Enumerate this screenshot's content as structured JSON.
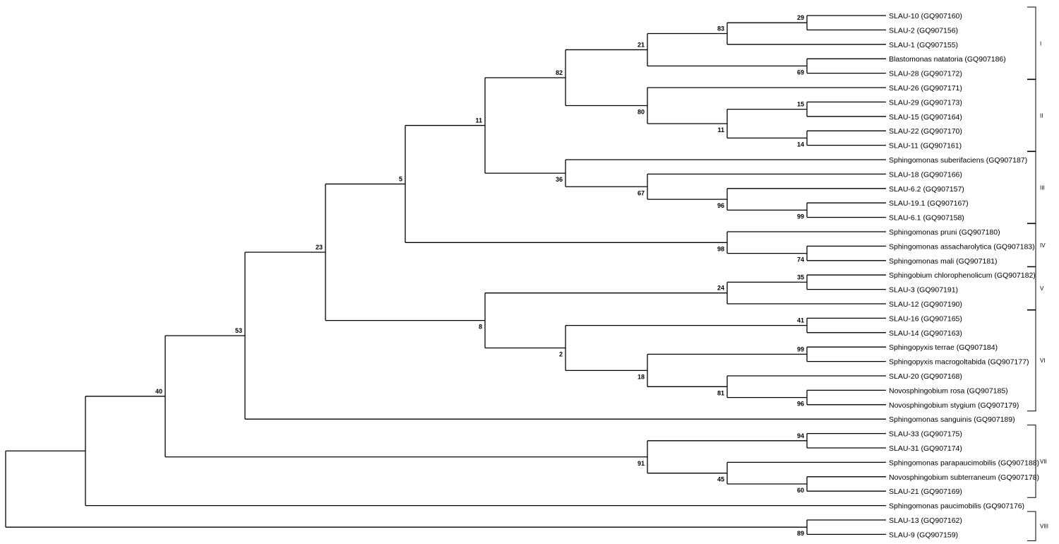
{
  "tree": {
    "leaves": [
      "SLAU-10 (GQ907160)",
      "SLAU-2 (GQ907156)",
      "SLAU-1 (GQ907155)",
      "Blastomonas natatoria (GQ907186)",
      "SLAU-28 (GQ907172)",
      "SLAU-26 (GQ907171)",
      "SLAU-29 (GQ907173)",
      "SLAU-15 (GQ907164)",
      "SLAU-22 (GQ907170)",
      "SLAU-11 (GQ907161)",
      "Sphingomonas suberifaciens (GQ907187)",
      "SLAU-18 (GQ907166)",
      "SLAU-6.2 (GQ907157)",
      "SLAU-19.1 (GQ907167)",
      "SLAU-6.1 (GQ907158)",
      "Sphingomonas pruni (GQ907180)",
      "Sphingomonas assacharolytica (GQ907183)",
      "Sphingomonas mali (GQ907181)",
      "Sphingobium chlorophenolicum (GQ907182)",
      "SLAU-3 (GQ907191)",
      "SLAU-12 (GQ907190)",
      "SLAU-16 (GQ907165)",
      "SLAU-14 (GQ907163)",
      "Sphingopyxis terrae (GQ907184)",
      "Sphingopyxis macrogoltabida (GQ907177)",
      "SLAU-20 (GQ907168)",
      "Novosphingobium rosa (GQ907185)",
      "Novosphingobium stygium (GQ907179)",
      "Sphingomonas sanguinis (GQ907189)",
      "SLAU-33 (GQ907175)",
      "SLAU-31 (GQ907174)",
      "Sphingomonas parapaucimobilis (GQ907188)",
      "Novosphingobium subterraneum (GQ907178)",
      "SLAU-21 (GQ907169)",
      "Sphingomonas paucimobilis (GQ907176)",
      "SLAU-13 (GQ907162)",
      "SLAU-9 (GQ907159)"
    ],
    "nodes": [
      {
        "id": "n1",
        "children": [
          "L0",
          "L1"
        ],
        "bootstrap": "29"
      },
      {
        "id": "n2",
        "children": [
          "n1",
          "L2"
        ],
        "bootstrap": "83"
      },
      {
        "id": "n3",
        "children": [
          "L3",
          "L4"
        ],
        "bootstrap": "69"
      },
      {
        "id": "n4",
        "children": [
          "n2",
          "n3"
        ],
        "bootstrap": "21"
      },
      {
        "id": "n5",
        "children": [
          "L6",
          "L7"
        ],
        "bootstrap": "15"
      },
      {
        "id": "n6",
        "children": [
          "L8",
          "L9"
        ],
        "bootstrap": "14"
      },
      {
        "id": "n7",
        "children": [
          "n5",
          "n6"
        ],
        "bootstrap": "11"
      },
      {
        "id": "n8",
        "children": [
          "L5",
          "n7"
        ],
        "bootstrap": "80"
      },
      {
        "id": "n9",
        "children": [
          "n4",
          "n8"
        ],
        "bootstrap": "82"
      },
      {
        "id": "n10",
        "children": [
          "L13",
          "L14"
        ],
        "bootstrap": "99"
      },
      {
        "id": "n11",
        "children": [
          "L12",
          "n10"
        ],
        "bootstrap": "96"
      },
      {
        "id": "n12",
        "children": [
          "L11",
          "n11"
        ],
        "bootstrap": "67"
      },
      {
        "id": "n13",
        "children": [
          "L10",
          "n12"
        ],
        "bootstrap": "36"
      },
      {
        "id": "n14",
        "children": [
          "n9",
          "n13"
        ],
        "bootstrap": "11"
      },
      {
        "id": "n15",
        "children": [
          "L16",
          "L17"
        ],
        "bootstrap": "74"
      },
      {
        "id": "n16",
        "children": [
          "L15",
          "n15"
        ],
        "bootstrap": "98"
      },
      {
        "id": "n17",
        "children": [
          "n14",
          "n16"
        ],
        "bootstrap": "5"
      },
      {
        "id": "n18",
        "children": [
          "L18",
          "L19"
        ],
        "bootstrap": "35"
      },
      {
        "id": "n19",
        "children": [
          "n18",
          "L20"
        ],
        "bootstrap": "24"
      },
      {
        "id": "n20",
        "children": [
          "L21",
          "L22"
        ],
        "bootstrap": "41"
      },
      {
        "id": "n21",
        "children": [
          "L23",
          "L24"
        ],
        "bootstrap": "99"
      },
      {
        "id": "n22",
        "children": [
          "L26",
          "L27"
        ],
        "bootstrap": "96"
      },
      {
        "id": "n23",
        "children": [
          "L25",
          "n22"
        ],
        "bootstrap": "81"
      },
      {
        "id": "n24",
        "children": [
          "n21",
          "n23"
        ],
        "bootstrap": "18"
      },
      {
        "id": "n25",
        "children": [
          "n20",
          "n24"
        ],
        "bootstrap": "2"
      },
      {
        "id": "n26",
        "children": [
          "n19",
          "n25"
        ],
        "bootstrap": "8"
      },
      {
        "id": "n27",
        "children": [
          "n17",
          "n26"
        ],
        "bootstrap": "23"
      },
      {
        "id": "n28",
        "children": [
          "n27",
          "L28"
        ],
        "bootstrap": "53"
      },
      {
        "id": "n29",
        "children": [
          "L29",
          "L30"
        ],
        "bootstrap": "94"
      },
      {
        "id": "n30",
        "children": [
          "L32",
          "L33"
        ],
        "bootstrap": "60"
      },
      {
        "id": "n31",
        "children": [
          "L31",
          "n30"
        ],
        "bootstrap": "45"
      },
      {
        "id": "n32",
        "children": [
          "n29",
          "n31"
        ],
        "bootstrap": "91"
      },
      {
        "id": "n33",
        "children": [
          "n28",
          "n32"
        ],
        "bootstrap": "40"
      },
      {
        "id": "n34",
        "children": [
          "n33",
          "L34"
        ],
        "bootstrap": ""
      },
      {
        "id": "n35",
        "children": [
          "L35",
          "L36"
        ],
        "bootstrap": "89"
      },
      {
        "id": "n36",
        "children": [
          "n34",
          "n35"
        ],
        "bootstrap": ""
      }
    ],
    "root": "n36",
    "clades": [
      {
        "label": "I",
        "from": 0,
        "to": 4
      },
      {
        "label": "II",
        "from": 5,
        "to": 9
      },
      {
        "label": "III",
        "from": 10,
        "to": 14
      },
      {
        "label": "IV",
        "from": 15,
        "to": 17
      },
      {
        "label": "V",
        "from": 18,
        "to": 20
      },
      {
        "label": "VI",
        "from": 21,
        "to": 27
      },
      {
        "label": "VII",
        "from": 29,
        "to": 33
      },
      {
        "label": "VIII",
        "from": 35,
        "to": 36
      }
    ]
  }
}
